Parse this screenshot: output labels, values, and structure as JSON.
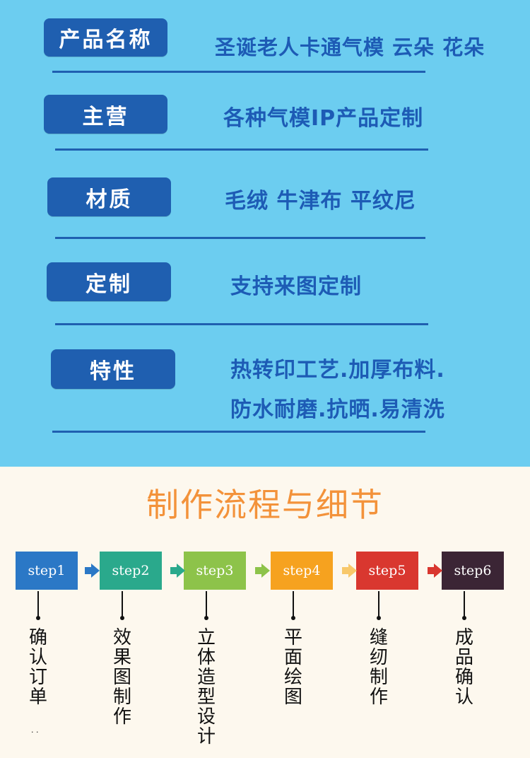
{
  "specs": [
    {
      "label": "产品名称",
      "value": "圣诞老人卡通气模 云朵 花朵"
    },
    {
      "label": "主营",
      "value": "各种气模IP产品定制"
    },
    {
      "label": "材质",
      "value": "毛绒 牛津布 平纹尼"
    },
    {
      "label": "定制",
      "value": "支持来图定制"
    },
    {
      "label": "特性",
      "value_line1": "热转印工艺.加厚布料.",
      "value_line2": "防水耐磨.抗晒.易清洗"
    }
  ],
  "process": {
    "title": "制作流程与细节",
    "steps": [
      {
        "label": "step1",
        "desc": "确认订单",
        "color": "#2b78c6"
      },
      {
        "label": "step2",
        "desc": "效果图制作",
        "color": "#2aa98c"
      },
      {
        "label": "step3",
        "desc": "立体造型设计",
        "color": "#8dc34a"
      },
      {
        "label": "step4",
        "desc": "平面绘图",
        "color": "#f6a21f"
      },
      {
        "label": "step5",
        "desc": "缝纫制作",
        "color": "#d9372f"
      },
      {
        "label": "step6",
        "desc": "成品确认",
        "color": "#3b2535"
      }
    ],
    "arrow_colors": [
      "#2b78c6",
      "#2aa98c",
      "#8dc34a",
      "#f8c86a",
      "#d9372f"
    ],
    "ellipsis": ". ."
  }
}
